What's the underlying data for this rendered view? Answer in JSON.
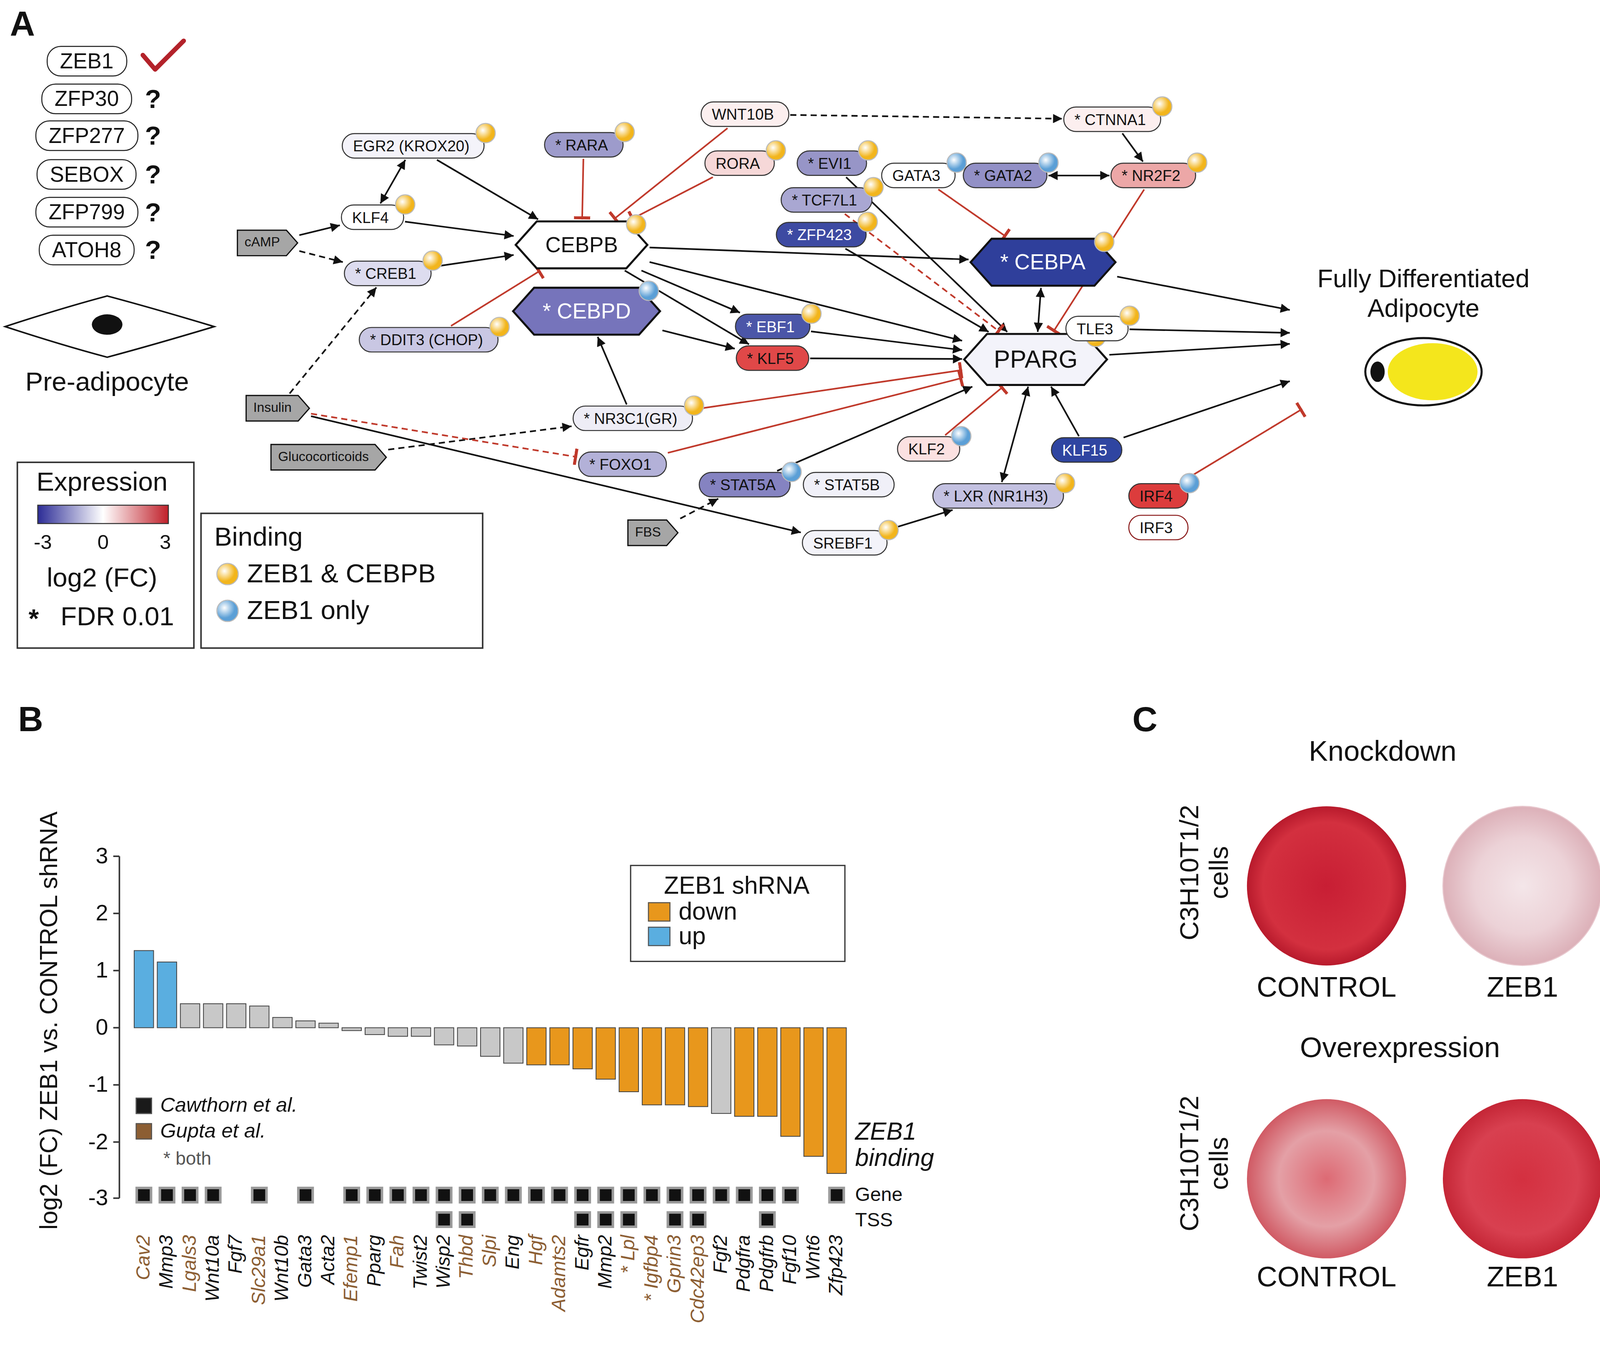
{
  "diagram": {
    "nodes": [
      {
        "text": [
          "ZEB1"
        ]
      },
      {
        "text": [
          "ZFP30"
        ]
      },
      {
        "text": [
          "ZFP277"
        ]
      },
      {
        "text": [
          "SEBOX"
        ]
      },
      {
        "text": [
          "ZFP799"
        ]
      },
      {
        "text": [
          "ATOH8"
        ]
      },
      {
        "text": [
          "cAMP"
        ]
      },
      {
        "text": [
          "Insulin"
        ]
      },
      {
        "text": [
          "Glucocorticoids"
        ]
      },
      {
        "text": [
          "FBS"
        ]
      },
      {
        "text": [
          "EGR2 (KROX20)"
        ]
      },
      {
        "text": [
          "KLF4"
        ]
      },
      {
        "text": [
          "* CREB1"
        ]
      },
      {
        "text": [
          "* DDIT3 (CHOP)"
        ]
      },
      {
        "text": [
          "* RARA"
        ]
      },
      {
        "text": [
          "CEBPB"
        ]
      },
      {
        "text": [
          "* CEBPD"
        ]
      },
      {
        "text": [
          "WNT10B"
        ]
      },
      {
        "text": [
          "RORA"
        ]
      },
      {
        "text": [
          "* EVI1"
        ]
      },
      {
        "text": [
          "* TCF7L1"
        ]
      },
      {
        "text": [
          "* ZFP423"
        ]
      },
      {
        "text": [
          "* EBF1"
        ]
      },
      {
        "text": [
          "* KLF5"
        ]
      },
      {
        "text": [
          "* NR3C1(GR)"
        ]
      },
      {
        "text": [
          "* FOXO1"
        ]
      },
      {
        "text": [
          "* CTNNA1"
        ]
      },
      {
        "text": [
          "GATA3"
        ]
      },
      {
        "text": [
          "* GATA2"
        ]
      },
      {
        "text": [
          "* NR2F2"
        ]
      },
      {
        "text": [
          "* CEBPA"
        ]
      },
      {
        "text": [
          "PPARG"
        ]
      },
      {
        "text": [
          "TLE3"
        ]
      },
      {
        "text": [
          "KLF2"
        ]
      },
      {
        "text": [
          "KLF15"
        ]
      },
      {
        "text": [
          "* STAT5A"
        ]
      },
      {
        "text": [
          "* STAT5B"
        ]
      },
      {
        "text": [
          "* LXR (NR1H3)"
        ]
      },
      {
        "text": [
          "SREBF1"
        ]
      },
      {
        "text": [
          "IRF4"
        ]
      },
      {
        "text": [
          "IRF3"
        ]
      },
      {
        "text": [
          "Fully Differentiated Adipocyte"
        ]
      }
    ],
    "edges": [
      {
        "from": 6,
        "to": 11,
        "arrow": "to"
      },
      {
        "from": 6,
        "to": 12,
        "arrow": "to"
      },
      {
        "from": 11,
        "to": 10,
        "arrow": "both"
      },
      {
        "from": 10,
        "to": 15,
        "arrow": "to"
      },
      {
        "from": 11,
        "to": 15,
        "arrow": "to"
      },
      {
        "from": 12,
        "to": 15,
        "arrow": "to"
      },
      {
        "from": 14,
        "to": 15,
        "arrow": "to"
      },
      {
        "from": 13,
        "to": 15,
        "arrow": "to"
      },
      {
        "from": 17,
        "to": 15,
        "arrow": "to"
      },
      {
        "from": 18,
        "to": 15,
        "arrow": "to"
      },
      {
        "from": 17,
        "to": 26,
        "arrow": "to"
      },
      {
        "from": 26,
        "to": 29,
        "arrow": "to"
      },
      {
        "from": 27,
        "to": 30,
        "arrow": "to"
      },
      {
        "from": 28,
        "to": 29,
        "arrow": "both"
      },
      {
        "from": 29,
        "to": 31,
        "arrow": "to"
      },
      {
        "from": 15,
        "to": 30,
        "arrow": "to"
      },
      {
        "from": 15,
        "to": 22,
        "arrow": "to"
      },
      {
        "from": 15,
        "to": 23,
        "arrow": "to"
      },
      {
        "from": 16,
        "to": 23,
        "arrow": "to"
      },
      {
        "from": 15,
        "to": 31,
        "arrow": "to"
      },
      {
        "from": 19,
        "to": 31,
        "arrow": "to"
      },
      {
        "from": 20,
        "to": 31,
        "arrow": "to"
      },
      {
        "from": 21,
        "to": 31,
        "arrow": "to"
      },
      {
        "from": 22,
        "to": 31,
        "arrow": "to"
      },
      {
        "from": 23,
        "to": 31,
        "arrow": "to"
      },
      {
        "from": 24,
        "to": 16,
        "arrow": "to"
      },
      {
        "from": 24,
        "to": 31,
        "arrow": "to"
      },
      {
        "from": 8,
        "to": 24,
        "arrow": "to"
      },
      {
        "from": 7,
        "to": 12,
        "arrow": "to"
      },
      {
        "from": 7,
        "to": 25,
        "arrow": "to"
      },
      {
        "from": 25,
        "to": 31,
        "arrow": "to"
      },
      {
        "from": 7,
        "to": 38,
        "arrow": "to"
      },
      {
        "from": 9,
        "to": 35,
        "arrow": "to"
      },
      {
        "from": 35,
        "to": 31,
        "arrow": "to"
      },
      {
        "from": 38,
        "to": 37,
        "arrow": "to"
      },
      {
        "from": 37,
        "to": 31,
        "arrow": "both"
      },
      {
        "from": 33,
        "to": 31,
        "arrow": "to"
      },
      {
        "from": 34,
        "to": 31,
        "arrow": "to"
      },
      {
        "from": 30,
        "to": 31,
        "arrow": "both"
      },
      {
        "from": 30,
        "to": 41,
        "arrow": "to"
      },
      {
        "from": 31,
        "to": 41,
        "arrow": "to"
      },
      {
        "from": 32,
        "to": 41,
        "arrow": "to"
      },
      {
        "from": 34,
        "to": 41,
        "arrow": "to"
      },
      {
        "from": 39,
        "to": 41,
        "arrow": "to"
      }
    ],
    "labels": [
      "A",
      "?",
      "?",
      "?",
      "?",
      "?",
      "Pre-adipocyte",
      "Expression",
      "-3",
      "0",
      "3",
      "log2 (FC)",
      "*",
      "FDR 0.01",
      "Binding",
      "B",
      "log2 (FC) ZEB1 vs. CONTROL shRNA",
      "3",
      "2",
      "1",
      "0",
      "-1",
      "-2",
      "-3",
      "ZEB1 shRNA",
      "* both",
      "ZEB1 binding",
      "Gene",
      "TSS",
      "Cav2",
      "Mmp3",
      "Lgals3",
      "Wnt10a",
      "Fgf7",
      "Slc29a1",
      "Wnt10b",
      "Gata3",
      "Acta2",
      "Efemp1",
      "Pparg",
      "Fah",
      "Twist2",
      "Wisp2",
      "Thbd",
      "Slpi",
      "Eng",
      "Hgf",
      "Adamts2",
      "Egfr",
      "Mmp2",
      "* Lpl",
      "* Igfbp4",
      "Gprin3",
      "Cdc42ep3",
      "Fgf2",
      "Pdgfra",
      "Pdgfrb",
      "Fgf10",
      "Wnt6",
      "Zfp423",
      "C",
      "Knockdown",
      "C3H10T1/2 cells",
      "CONTROL",
      "ZEB1",
      "Overexpression",
      "C3H10T1/2 cells",
      "CONTROL",
      "ZEB1"
    ],
    "legend": [
      {
        "text": "ZEB1 & CEBPB",
        "color": "#f2b51c"
      },
      {
        "text": "ZEB1 only",
        "color": "#5b9fd6"
      },
      {
        "text": "down",
        "color": "#e8971c"
      },
      {
        "text": "up",
        "color": "#5aaee0"
      },
      {
        "text": "Cawthorn et al.",
        "color": "#1a1a1a"
      },
      {
        "text": "Gupta et al.",
        "color": "#8c5e33"
      }
    ]
  }
}
